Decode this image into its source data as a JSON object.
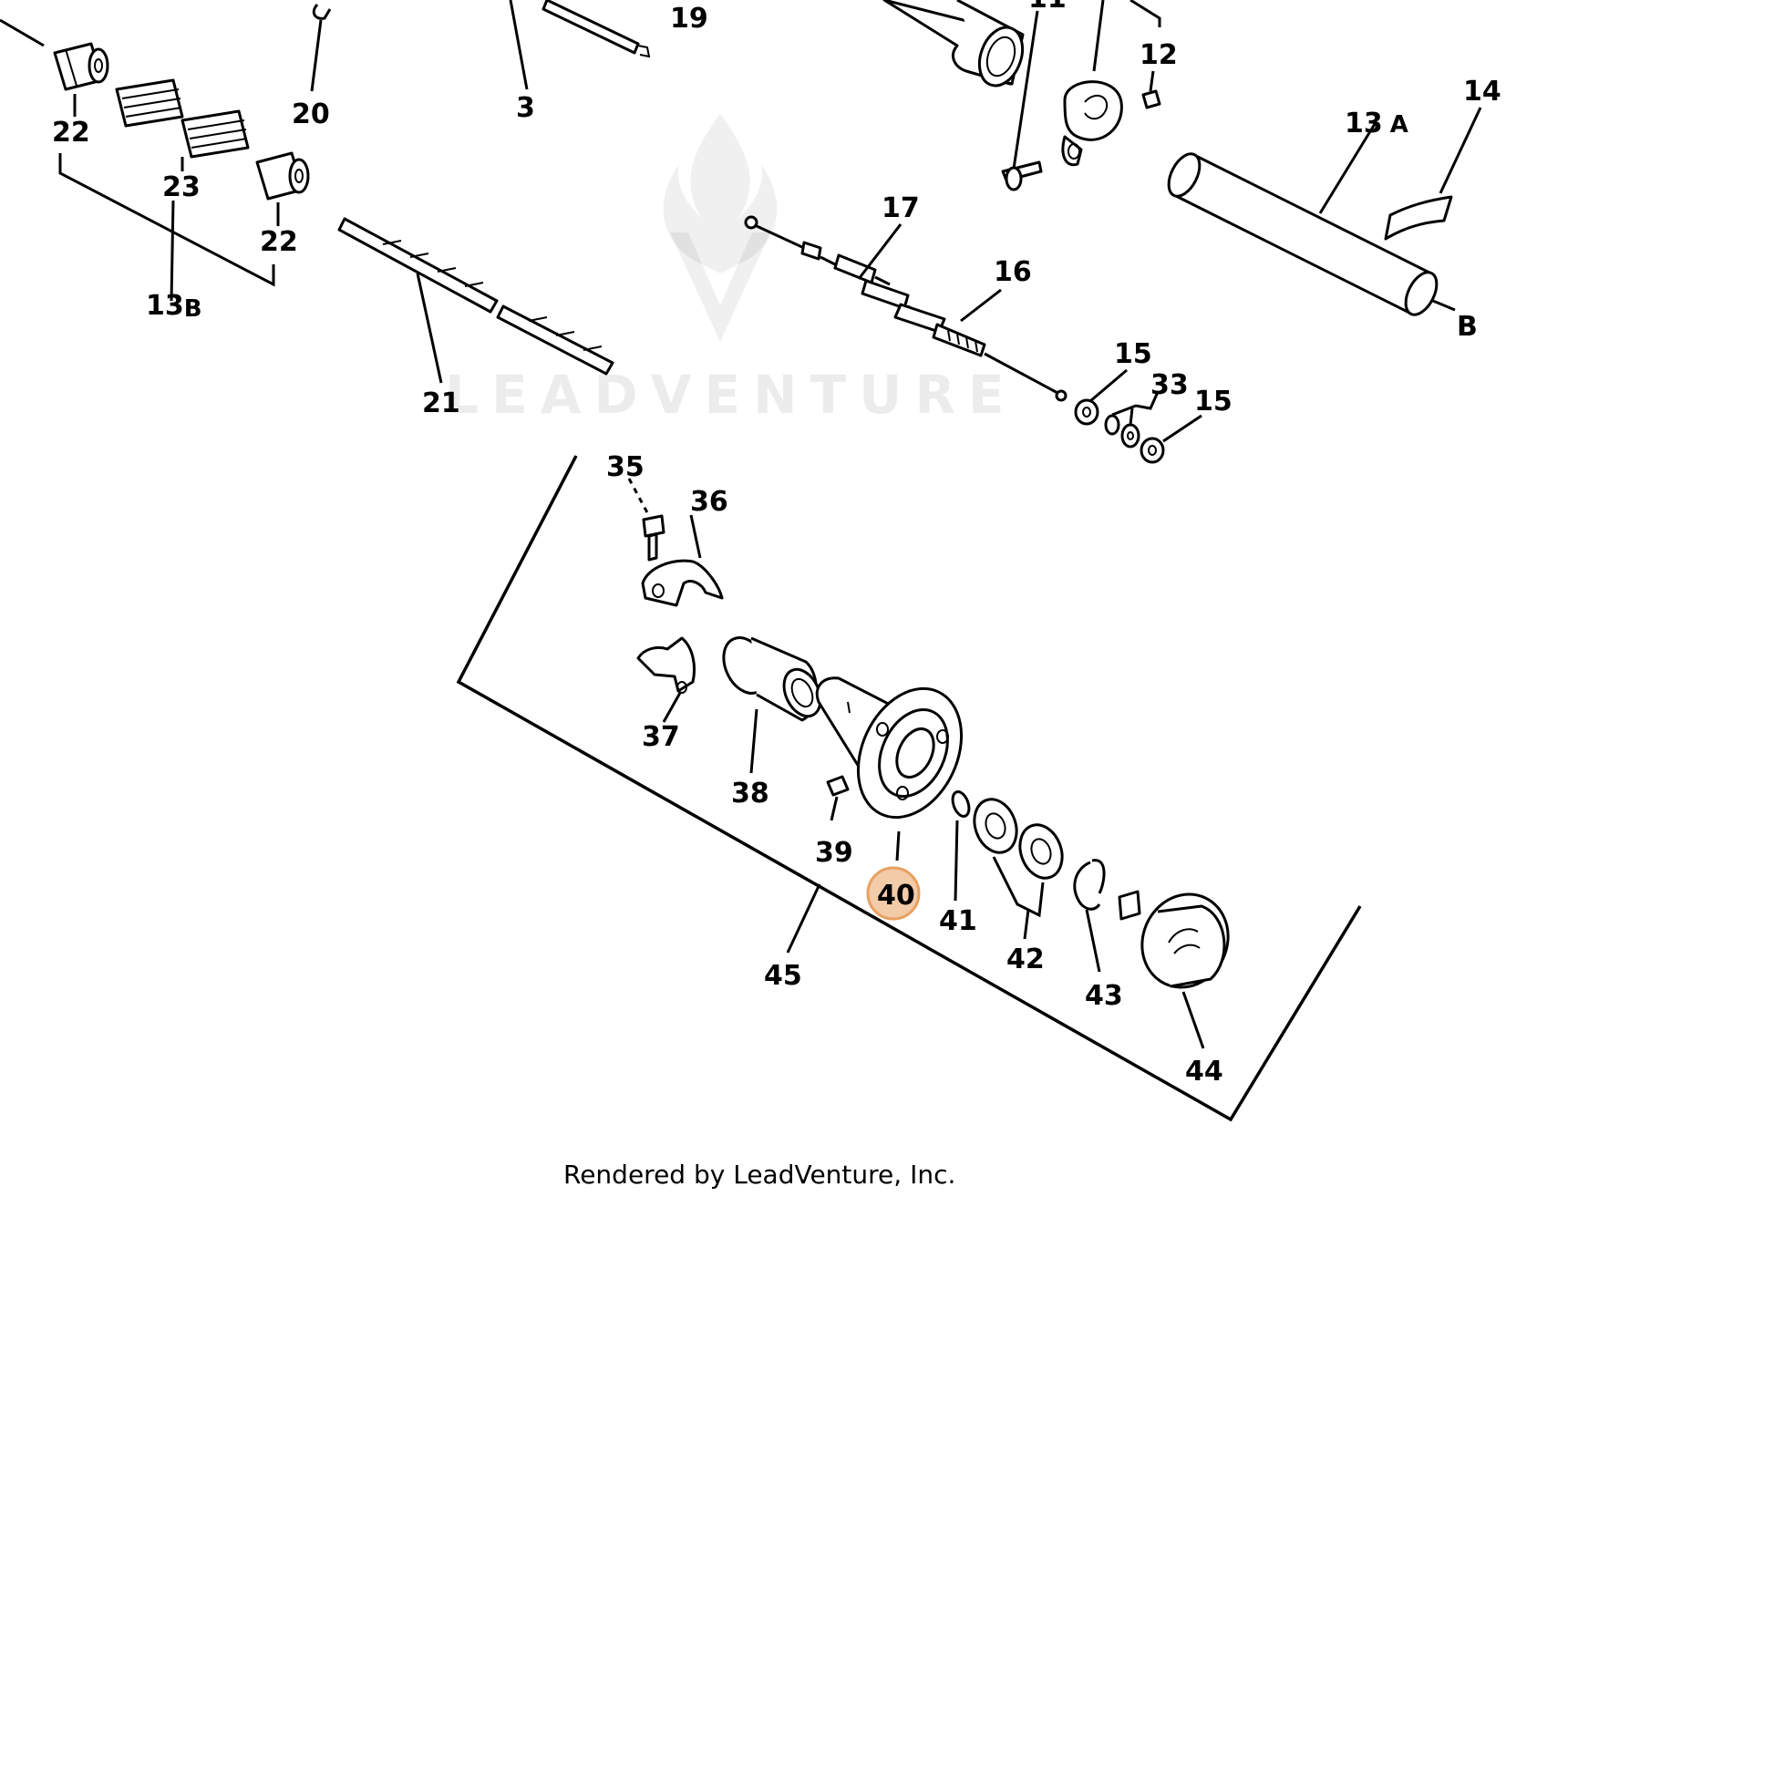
{
  "diagram": {
    "callouts": {
      "c19": "19",
      "c3": "3",
      "c20": "20",
      "c22a": "22",
      "c22b": "22",
      "c23": "23",
      "c13b_num": "13",
      "c13b_suf": "B",
      "c11": "11",
      "c12": "12",
      "c13a_num": "13",
      "c13a_suf": "A",
      "c14": "14",
      "cB": "B",
      "c17": "17",
      "c16": "16",
      "c21": "21",
      "c15a": "15",
      "c33": "33",
      "c15b": "15",
      "c35": "35",
      "c36": "36",
      "c37": "37",
      "c38": "38",
      "c39": "39",
      "c40": "40",
      "c41": "41",
      "c42": "42",
      "c43": "43",
      "c44": "44",
      "c45": "45"
    },
    "highlighted_callout": "40",
    "highlight_color": "#E8A060",
    "footer": "Rendered by LeadVenture, Inc.",
    "watermark": "LEADVENTURE"
  }
}
